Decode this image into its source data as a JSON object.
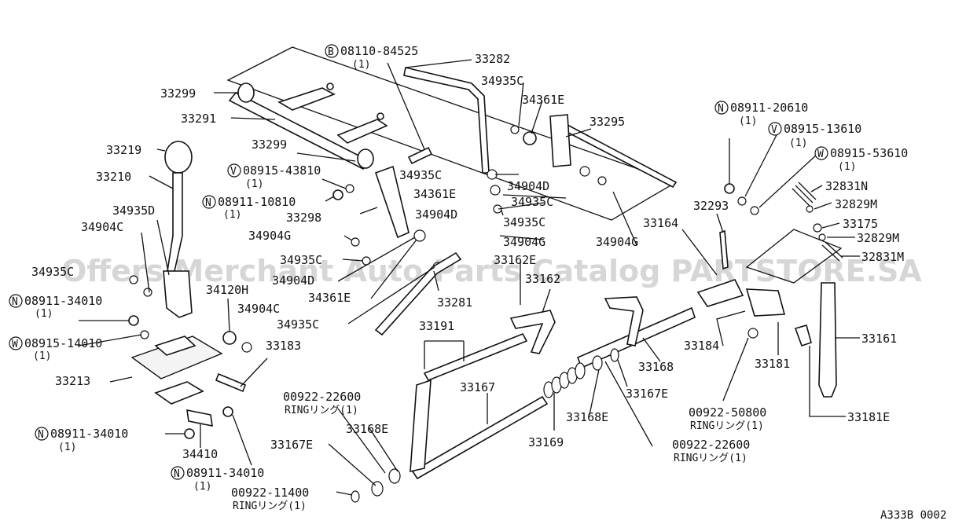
{
  "watermark": "Offers Merchant Auto Parts Catalog PARTSTORE.SA",
  "diagram_code": "A333B 0002",
  "labels": [
    {
      "id": "l33282",
      "text": "33282"
    },
    {
      "id": "l08110",
      "prefix": "B",
      "text": "08110-84525",
      "qty": "(1)"
    },
    {
      "id": "l33299a",
      "text": "33299"
    },
    {
      "id": "l33291",
      "text": "33291"
    },
    {
      "id": "l33299b",
      "text": "33299"
    },
    {
      "id": "l33219",
      "text": "33219"
    },
    {
      "id": "l33210",
      "text": "33210"
    },
    {
      "id": "l08915_43810",
      "prefix": "V",
      "text": "08915-43810",
      "qty": "(1)"
    },
    {
      "id": "l08911_10810",
      "prefix": "N",
      "text": "08911-10810",
      "qty": "(1)"
    },
    {
      "id": "l33298",
      "text": "33298"
    },
    {
      "id": "l34935D",
      "text": "34935D"
    },
    {
      "id": "l34904C_a",
      "text": "34904C"
    },
    {
      "id": "l34904G_a",
      "text": "34904G"
    },
    {
      "id": "l34935C_l",
      "text": "34935C"
    },
    {
      "id": "l34935C_b",
      "text": "34935C"
    },
    {
      "id": "l34904D_a",
      "text": "34904D"
    },
    {
      "id": "l08911_34010a",
      "prefix": "N",
      "text": "08911-34010",
      "qty": "(1)"
    },
    {
      "id": "l34120H",
      "text": "34120H"
    },
    {
      "id": "l34361E_a",
      "text": "34361E"
    },
    {
      "id": "l34904C_b",
      "text": "34904C"
    },
    {
      "id": "l08915_14010",
      "prefix": "W",
      "text": "08915-14010",
      "qty": "(1)"
    },
    {
      "id": "l33183",
      "text": "33183"
    },
    {
      "id": "l34935C_c",
      "text": "34935C"
    },
    {
      "id": "l33281",
      "text": "33281"
    },
    {
      "id": "l33213",
      "text": "33213"
    },
    {
      "id": "l34935C_t",
      "text": "34935C"
    },
    {
      "id": "l34361E_t",
      "text": "34361E"
    },
    {
      "id": "l34935C_m",
      "text": "34935C"
    },
    {
      "id": "l34904D_m",
      "text": "34904D"
    },
    {
      "id": "l34361E_m",
      "text": "34361E"
    },
    {
      "id": "l34935C_m2",
      "text": "34935C"
    },
    {
      "id": "l34904D_m2",
      "text": "34904D"
    },
    {
      "id": "l34935C_m3",
      "text": "34935C"
    },
    {
      "id": "l34904G_m",
      "text": "34904G"
    },
    {
      "id": "l34904G_r",
      "text": "34904G"
    },
    {
      "id": "l33295",
      "text": "33295"
    },
    {
      "id": "l33162E",
      "text": "33162E"
    },
    {
      "id": "l33162",
      "text": "33162"
    },
    {
      "id": "l33191",
      "text": "33191"
    },
    {
      "id": "l33167",
      "text": "33167"
    },
    {
      "id": "l00922_22600a",
      "text": "00922-22600",
      "ring": "RINGリング(1)"
    },
    {
      "id": "l33168E_a",
      "text": "33168E"
    },
    {
      "id": "l33167E_a",
      "text": "33167E"
    },
    {
      "id": "l00922_11400",
      "text": "00922-11400",
      "ring": "RINGリング(1)"
    },
    {
      "id": "l33169",
      "text": "33169"
    },
    {
      "id": "l33168E_b",
      "text": "33168E"
    },
    {
      "id": "l33167E_b",
      "text": "33167E"
    },
    {
      "id": "l33168",
      "text": "33168"
    },
    {
      "id": "l00922_22600b",
      "text": "00922-22600",
      "ring": "RINGリング(1)"
    },
    {
      "id": "l08911_34010b",
      "prefix": "N",
      "text": "08911-34010",
      "qty": "(1)"
    },
    {
      "id": "l34410",
      "text": "34410"
    },
    {
      "id": "l08911_34010c",
      "prefix": "N",
      "text": "08911-34010",
      "qty": "(1)"
    },
    {
      "id": "l08911_20610",
      "prefix": "N",
      "text": "08911-20610",
      "qty": "(1)"
    },
    {
      "id": "l08915_13610",
      "prefix": "V",
      "text": "08915-13610",
      "qty": "(1)"
    },
    {
      "id": "l08915_53610",
      "prefix": "W",
      "text": "08915-53610",
      "qty": "(1)"
    },
    {
      "id": "l32831N",
      "text": "32831N"
    },
    {
      "id": "l32829M_a",
      "text": "32829M"
    },
    {
      "id": "l33175",
      "text": "33175"
    },
    {
      "id": "l32829M_b",
      "text": "32829M"
    },
    {
      "id": "l32831M",
      "text": "32831M"
    },
    {
      "id": "l32293",
      "text": "32293"
    },
    {
      "id": "l33164",
      "text": "33164"
    },
    {
      "id": "l33161",
      "text": "33161"
    },
    {
      "id": "l33184",
      "text": "33184"
    },
    {
      "id": "l33181",
      "text": "33181"
    },
    {
      "id": "l33181E",
      "text": "33181E"
    },
    {
      "id": "l00922_50800",
      "text": "00922-50800",
      "ring": "RINGリング(1)"
    }
  ]
}
